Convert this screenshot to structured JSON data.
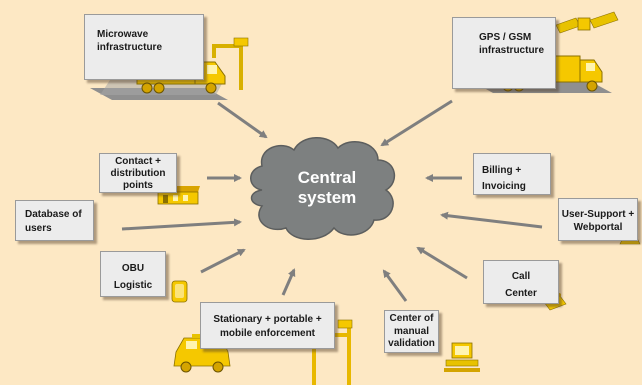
{
  "center": {
    "line1": "Central",
    "line2": "system"
  },
  "nodes": {
    "microwave": {
      "line1": "Microwave",
      "line2": "infrastructure"
    },
    "gps": {
      "line1": "GPS / GSM",
      "line2": "infrastructure"
    },
    "contact": {
      "line1": "Contact +",
      "line2": "distribution",
      "line3": "points"
    },
    "billing": {
      "line1": "Billing +",
      "line2": "Invoicing"
    },
    "database": {
      "line1": "Database of",
      "line2": "users"
    },
    "usersupport": {
      "line1": "User-Support +",
      "line2": "Webportal"
    },
    "obu": {
      "line1": "OBU",
      "line2": "Logistic"
    },
    "callcenter": {
      "line1": "Call",
      "line2": "Center"
    },
    "enforcement": {
      "line1": "Stationary + portable +",
      "line2": "mobile enforcement"
    },
    "manual": {
      "line1": "Center of",
      "line2": "manual",
      "line3": "validation"
    }
  },
  "colors": {
    "background": "#fde8c4",
    "cloud": "#7d8080",
    "arrow": "#7f7f7f",
    "icon_yellow": "#f5c800",
    "box": "#ececec"
  },
  "icons": [
    "truck-icon",
    "antenna-icon",
    "satellite-icon",
    "shop-icon",
    "obu-device-icon",
    "phone-icon",
    "van-icon",
    "gantry-icon",
    "computer-icon"
  ]
}
